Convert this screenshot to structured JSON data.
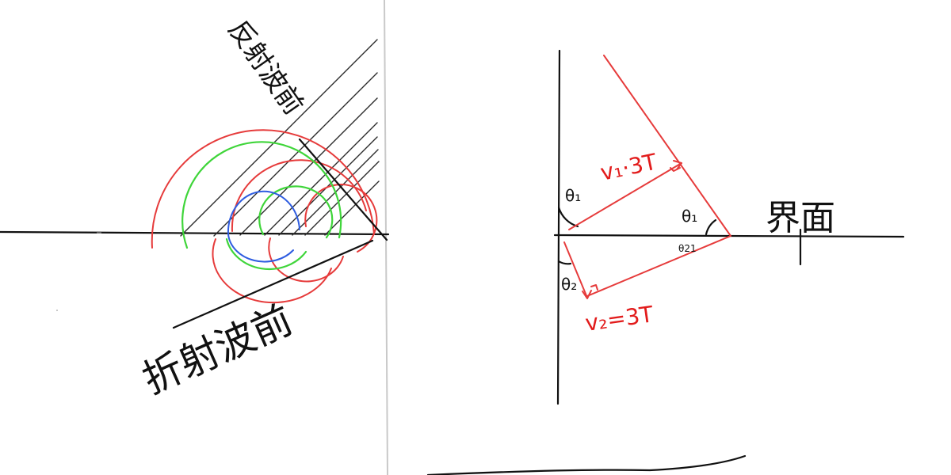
{
  "labels": {
    "reflected_wavefront": "反射波前",
    "refracted_wavefront": "折射波前",
    "interface": "界面",
    "theta1_left": "θ₁",
    "theta1_right": "θ₁",
    "theta21": "θ21",
    "theta2": "θ₂",
    "v1": "v₁·3T",
    "v2": "v₂=3T"
  },
  "colors": {
    "ink": "#111111",
    "red": "#e63b3b",
    "green": "#3fd53a",
    "blue": "#2f5de0",
    "divider": "#c9c9c9"
  }
}
